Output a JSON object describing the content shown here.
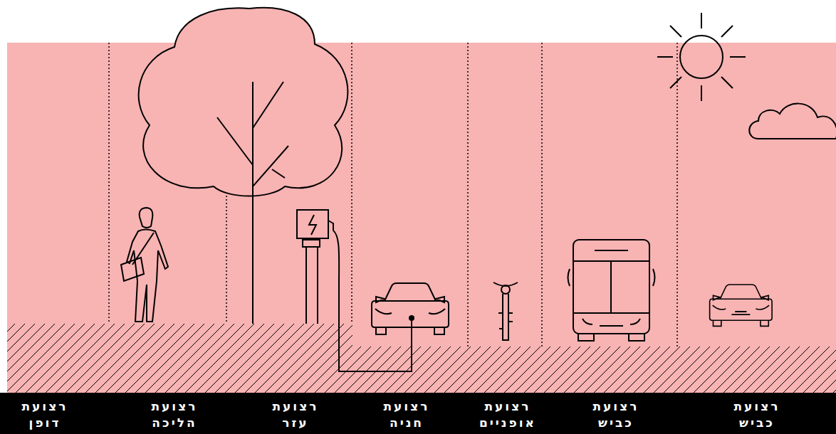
{
  "diagram": {
    "labels": [
      "רצועת כביש",
      "רצועת כביש",
      "רצועת אופניים",
      "רצועת חניה",
      "רצועת עזר",
      "רצועת הליכה",
      "רצועת דופן"
    ]
  }
}
